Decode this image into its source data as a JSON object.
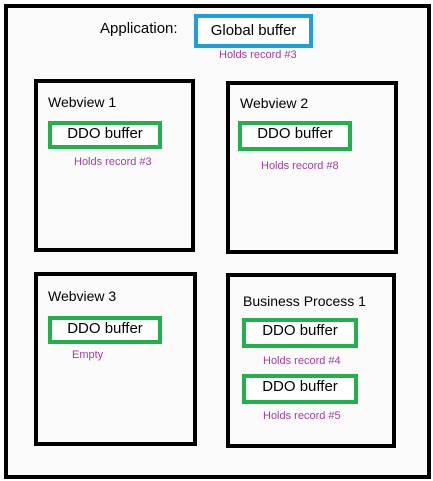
{
  "application": {
    "label": "Application:",
    "global_buffer": "Global buffer",
    "global_note": "Holds record #3"
  },
  "panels": [
    {
      "title": "Webview 1",
      "buffers": [
        {
          "label": "DDO  buffer",
          "note": "Holds record #3"
        }
      ]
    },
    {
      "title": "Webview  2",
      "buffers": [
        {
          "label": "DDO  buffer",
          "note": "Holds record #8"
        }
      ]
    },
    {
      "title": "Webview 3",
      "buffers": [
        {
          "label": "DDO  buffer",
          "note": "Empty"
        }
      ]
    },
    {
      "title": "Business Process 1",
      "buffers": [
        {
          "label": "DDO  buffer",
          "note": "Holds record #4"
        },
        {
          "label": "DDO  buffer",
          "note": "Holds record #5"
        }
      ]
    }
  ],
  "colors": {
    "frame": "#000000",
    "global_buffer_border": "#1e9fd9",
    "ddo_buffer_border": "#22b04b",
    "note_text": "#a040a0"
  }
}
